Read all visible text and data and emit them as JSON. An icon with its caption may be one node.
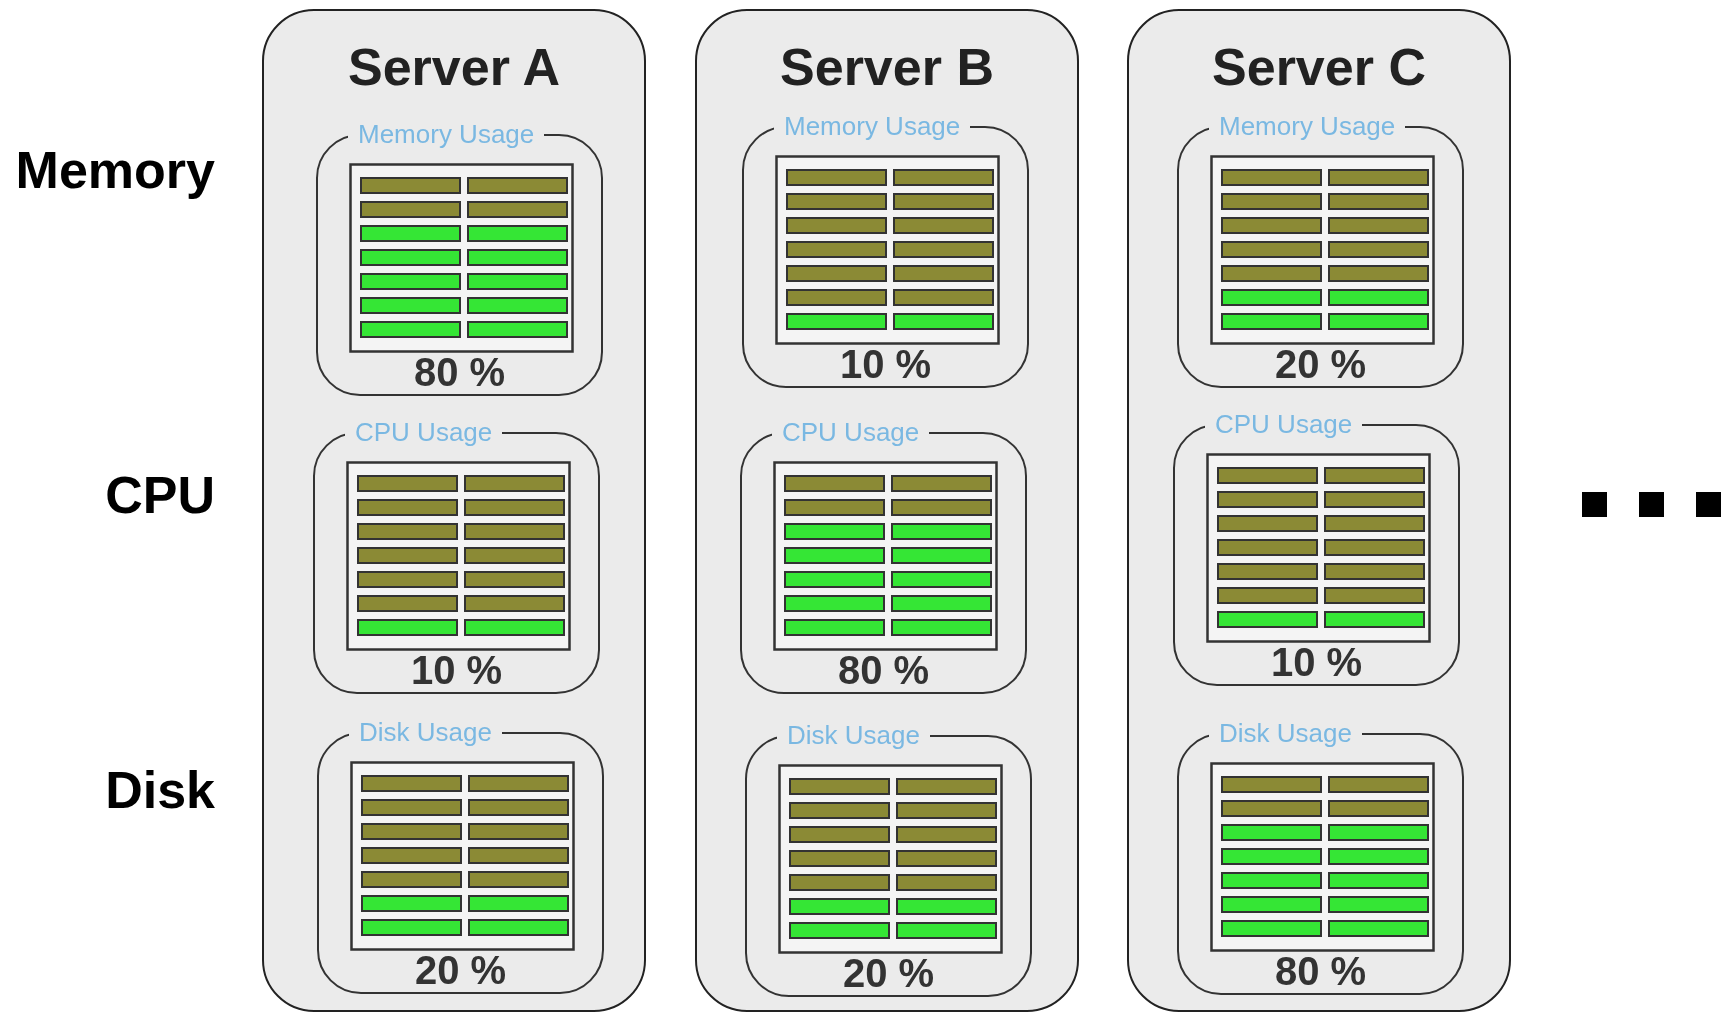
{
  "diagram": {
    "nodes": [
      {
        "text": [
          "Server A"
        ]
      },
      {
        "text": [
          "Memory Usage",
          "80 %"
        ],
        "in": 0
      },
      {
        "text": [
          "CPU Usage",
          "10 %"
        ],
        "in": 0
      },
      {
        "text": [
          "Disk Usage",
          "20 %"
        ],
        "in": 0
      },
      {
        "text": [
          "Server B"
        ]
      },
      {
        "text": [
          "Memory Usage",
          "10 %"
        ],
        "in": 4
      },
      {
        "text": [
          "CPU Usage",
          "80 %"
        ],
        "in": 4
      },
      {
        "text": [
          "Disk Usage",
          "20 %"
        ],
        "in": 4
      },
      {
        "text": [
          "Server C"
        ]
      },
      {
        "text": [
          "Memory Usage",
          "20 %"
        ],
        "in": 8
      },
      {
        "text": [
          "CPU Usage",
          "10 %"
        ],
        "in": 8
      },
      {
        "text": [
          "Disk Usage",
          "80 %"
        ],
        "in": 8
      }
    ],
    "labels": [
      "Memory",
      "CPU",
      "Disk"
    ]
  }
}
